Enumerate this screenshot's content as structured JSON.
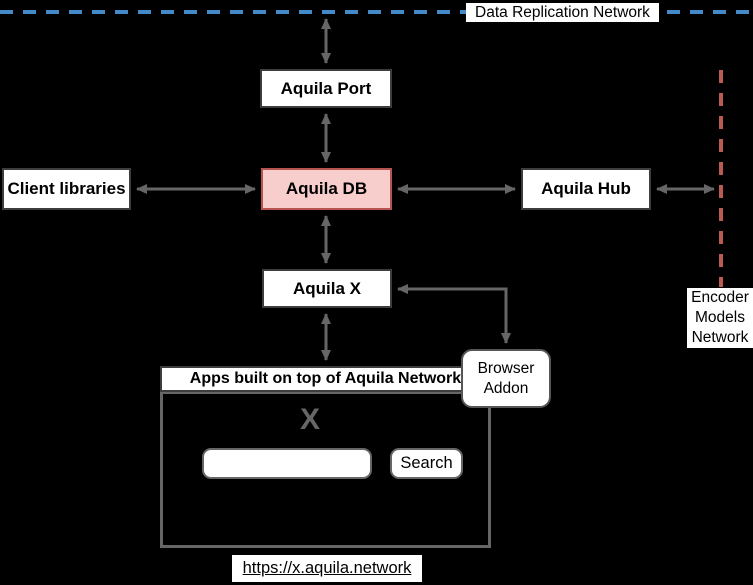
{
  "page": {
    "background_color": "#000000"
  },
  "networks": {
    "data_replication": {
      "label": "Data Replication Network",
      "line_color": "#4489c8",
      "line_style": "dashed"
    },
    "encoder_models": {
      "label": "Encoder\nModels\nNetwork",
      "line_color": "#bb5a50",
      "line_style": "dashed"
    }
  },
  "nodes": {
    "client_libraries": {
      "label": "Client libraries"
    },
    "aquila_port": {
      "label": "Aquila Port"
    },
    "aquila_db": {
      "label": "Aquila DB",
      "fill": "#f8cecc",
      "border": "#b85450"
    },
    "aquila_hub": {
      "label": "Aquila Hub"
    },
    "aquila_x": {
      "label": "Aquila X"
    },
    "browser_addon": {
      "label": "Browser\nAddon"
    }
  },
  "apps_panel": {
    "title": "Apps built on top of Aquila Network",
    "logo": "X",
    "search_input_value": "",
    "search_button_label": "Search",
    "url": "https://x.aquila.network"
  },
  "connector_color": "#666666"
}
